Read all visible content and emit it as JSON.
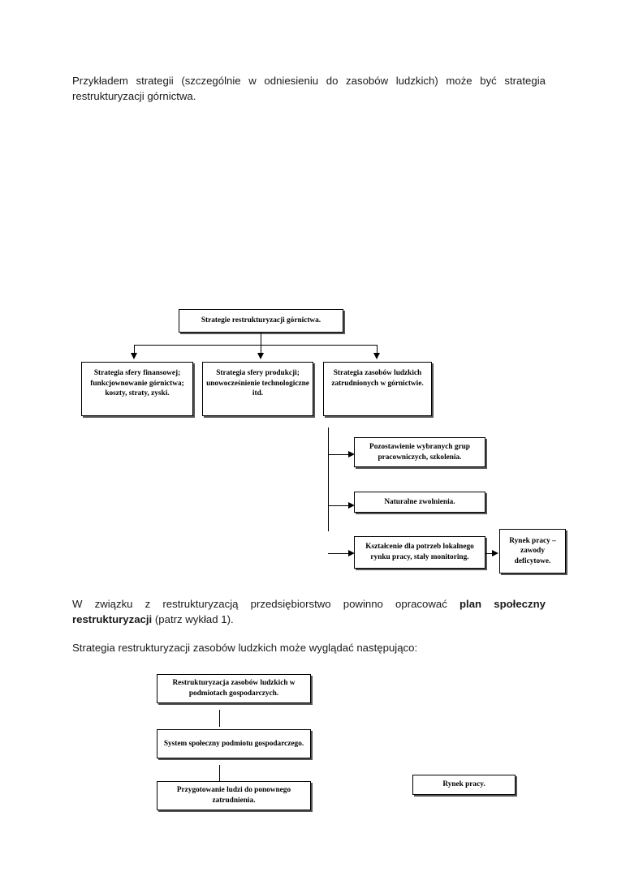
{
  "document": {
    "language": "pl",
    "paragraphs": {
      "intro": "Przykładem strategii (szczególnie w odniesieniu do zasobów ludzkich) może być strategia restrukturyzacji górnictwa.",
      "plan_prefix": "W związku z restrukturyzacją przedsiębiorstwo powinno opracować ",
      "plan_bold": "plan społeczny restrukturyzacji",
      "plan_suffix": " (patrz wykład 1).",
      "strategy_intro": "Strategia restrukturyzacji zasobów ludzkich może wyglądać następująco:"
    }
  },
  "diagram_top": {
    "title": "Strategie restrukturyzacji górnictwa.",
    "root": "Strategie restrukturyzacji górnictwa.",
    "branches": [
      "Strategia sfery finansowej; funkcjownowanie górnictwa; koszty, straty, zyski.",
      "Strategia sfery produkcji; unowocześnienie technologiczne itd.",
      "Strategia zasobów ludzkich zatrudnionych w górnictwie."
    ],
    "sub_branches": [
      "Pozostawienie wybranych grup pracowniczych, szkolenia.",
      "Naturalne zwolnienia.",
      "Kształcenie dla potrzeb lokalnego rynku pracy, stały monitoring."
    ],
    "outcome": "Rynek pracy – zawody deficytowe."
  },
  "diagram_bottom": {
    "nodes": [
      "Restrukturyzacja zasobów ludzkich w podmiotach gospodarczych.",
      "System społeczny podmiotu gospodarczego.",
      "Przygotowanie ludzi do ponownego zatrudnienia."
    ],
    "side_node": "Rynek pracy."
  },
  "colors": {
    "text": "#1a1a1a",
    "stroke": "#000000",
    "page": "#ffffff",
    "box_shadow": "#555555"
  }
}
